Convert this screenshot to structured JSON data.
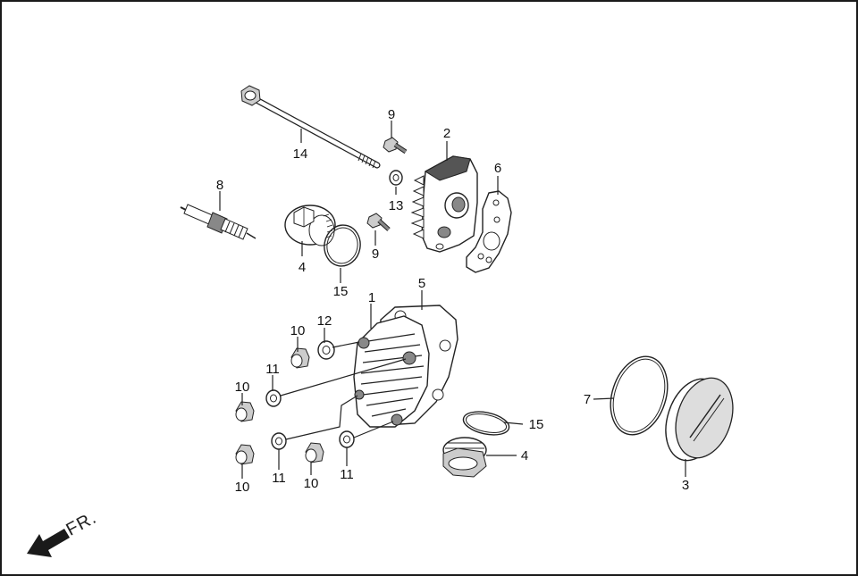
{
  "diagram": {
    "orientation_label": "FR.",
    "callouts": {
      "c1": "1",
      "c2": "2",
      "c3": "3",
      "c4a": "4",
      "c4b": "4",
      "c5": "5",
      "c6": "6",
      "c7": "7",
      "c8": "8",
      "c9a": "9",
      "c9b": "9",
      "c10a": "10",
      "c10b": "10",
      "c10c": "10",
      "c10d": "10",
      "c11a": "11",
      "c11b": "11",
      "c11c": "11",
      "c12": "12",
      "c13": "13",
      "c14": "14",
      "c15a": "15",
      "c15b": "15"
    }
  }
}
